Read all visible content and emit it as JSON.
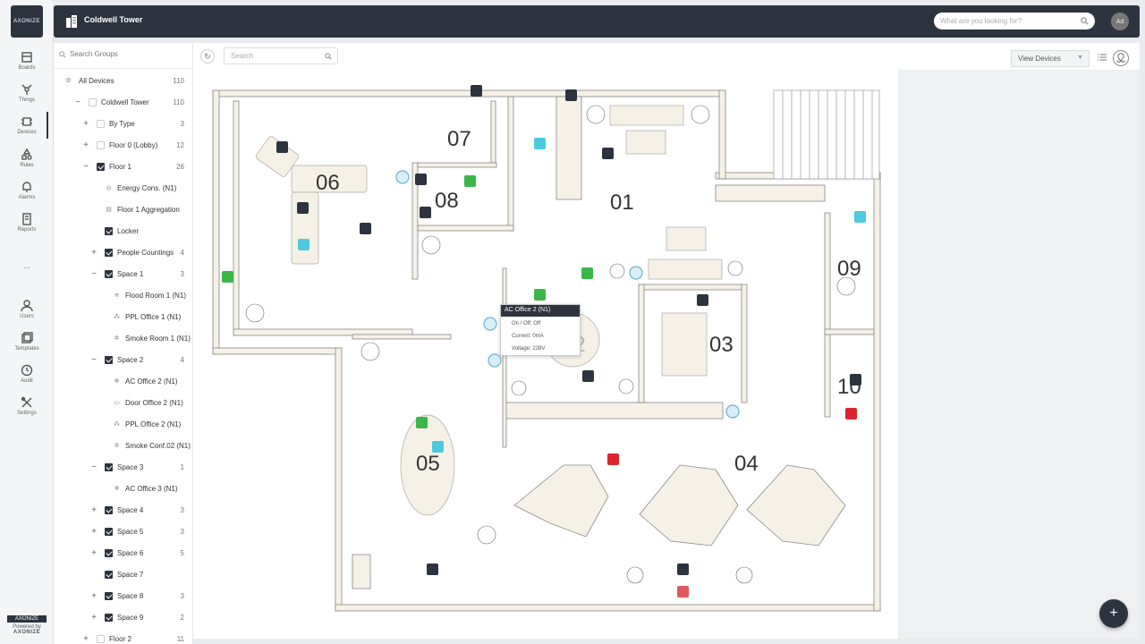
{
  "rail": {
    "logo": "AXONIZE",
    "items": [
      {
        "label": "Boards",
        "icon": "boards-icon"
      },
      {
        "label": "Things",
        "icon": "things-icon"
      },
      {
        "label": "Devices",
        "icon": "devices-icon"
      },
      {
        "label": "Rules",
        "icon": "rules-icon"
      },
      {
        "label": "Alarms",
        "icon": "bell-icon"
      },
      {
        "label": "Reports",
        "icon": "reports-icon"
      },
      {
        "label": "Users",
        "icon": "user-icon"
      },
      {
        "label": "Templates",
        "icon": "templates-icon"
      },
      {
        "label": "Audit",
        "icon": "clock-icon"
      },
      {
        "label": "Settings",
        "icon": "tools-icon"
      }
    ],
    "more": "...",
    "powered_by": "Powered by",
    "powered_brand": "AXONIZE",
    "powered_logo": "AXONIZE"
  },
  "topbar": {
    "title": "Coldwell Tower",
    "search_placeholder": "What are you looking for?",
    "avatar": "Ad"
  },
  "groups": {
    "search_placeholder": "Search Groups",
    "rows": [
      {
        "label": "All Devices",
        "count": "110",
        "indent": 0,
        "toggle": "",
        "check": "none",
        "icon": "gear"
      },
      {
        "label": "Coldwell Tower",
        "count": "110",
        "indent": 1,
        "toggle": "−",
        "check": "off",
        "icon": ""
      },
      {
        "label": "By Type",
        "count": "3",
        "indent": 2,
        "toggle": "+",
        "check": "off",
        "icon": ""
      },
      {
        "label": "Floor 0 (Lobby)",
        "count": "12",
        "indent": 2,
        "toggle": "+",
        "check": "off",
        "icon": ""
      },
      {
        "label": "Floor 1",
        "count": "26",
        "indent": 2,
        "toggle": "−",
        "check": "on",
        "icon": ""
      },
      {
        "label": "Energy Cons. (N1)",
        "count": "",
        "indent": 3,
        "toggle": "",
        "check": "none",
        "icon": "energy"
      },
      {
        "label": "Floor 1 Aggregation",
        "count": "",
        "indent": 3,
        "toggle": "",
        "check": "none",
        "icon": "agg"
      },
      {
        "label": "Locker",
        "count": "",
        "indent": 3,
        "toggle": "",
        "check": "on",
        "icon": ""
      },
      {
        "label": "People Countings",
        "count": "4",
        "indent": 3,
        "toggle": "+",
        "check": "on",
        "icon": ""
      },
      {
        "label": "Space 1",
        "count": "3",
        "indent": 3,
        "toggle": "−",
        "check": "on",
        "icon": ""
      },
      {
        "label": "Flood Room 1 (N1)",
        "count": "",
        "indent": 4,
        "toggle": "",
        "check": "none",
        "icon": "flood"
      },
      {
        "label": "PPL Office 1 (N1)",
        "count": "",
        "indent": 4,
        "toggle": "",
        "check": "none",
        "icon": "ppl"
      },
      {
        "label": "Smoke Room 1 (N1)",
        "count": "",
        "indent": 4,
        "toggle": "",
        "check": "none",
        "icon": "smoke"
      },
      {
        "label": "Space 2",
        "count": "4",
        "indent": 3,
        "toggle": "−",
        "check": "on",
        "icon": ""
      },
      {
        "label": "AC Office 2 (N1)",
        "count": "",
        "indent": 4,
        "toggle": "",
        "check": "none",
        "icon": "ac"
      },
      {
        "label": "Door Office 2 (N1)",
        "count": "",
        "indent": 4,
        "toggle": "",
        "check": "none",
        "icon": "door"
      },
      {
        "label": "PPL Office 2 (N1)",
        "count": "",
        "indent": 4,
        "toggle": "",
        "check": "none",
        "icon": "ppl"
      },
      {
        "label": "Smoke Conf.02 (N1)",
        "count": "",
        "indent": 4,
        "toggle": "",
        "check": "none",
        "icon": "smoke"
      },
      {
        "label": "Space 3",
        "count": "1",
        "indent": 3,
        "toggle": "−",
        "check": "on",
        "icon": ""
      },
      {
        "label": "AC Office 3 (N1)",
        "count": "",
        "indent": 4,
        "toggle": "",
        "check": "none",
        "icon": "ac"
      },
      {
        "label": "Space 4",
        "count": "3",
        "indent": 3,
        "toggle": "+",
        "check": "on",
        "icon": ""
      },
      {
        "label": "Space 5",
        "count": "3",
        "indent": 3,
        "toggle": "+",
        "check": "on",
        "icon": ""
      },
      {
        "label": "Space 6",
        "count": "5",
        "indent": 3,
        "toggle": "+",
        "check": "on",
        "icon": ""
      },
      {
        "label": "Space 7",
        "count": "",
        "indent": 3,
        "toggle": "",
        "check": "on",
        "icon": ""
      },
      {
        "label": "Space 8",
        "count": "3",
        "indent": 3,
        "toggle": "+",
        "check": "on",
        "icon": ""
      },
      {
        "label": "Space 9",
        "count": "2",
        "indent": 3,
        "toggle": "+",
        "check": "on",
        "icon": ""
      },
      {
        "label": "Floor 2",
        "count": "11",
        "indent": 2,
        "toggle": "+",
        "check": "off",
        "icon": ""
      }
    ]
  },
  "main": {
    "search_placeholder": "Search",
    "view_select": "View Devices"
  },
  "floorplan": {
    "rooms": [
      "07",
      "06",
      "08",
      "01",
      "02",
      "03",
      "09",
      "10",
      "05",
      "04"
    ]
  },
  "tooltip": {
    "title": "AC Office 2 (N1)",
    "rows": [
      "On / Off: Off",
      "Current: 0mA",
      "Voltage: 228V"
    ]
  },
  "colors": {
    "dark": "#2d3440",
    "green": "#3cb648",
    "cyan": "#4cc9e0",
    "red": "#d9262d",
    "wall": "#f5f1e6"
  }
}
